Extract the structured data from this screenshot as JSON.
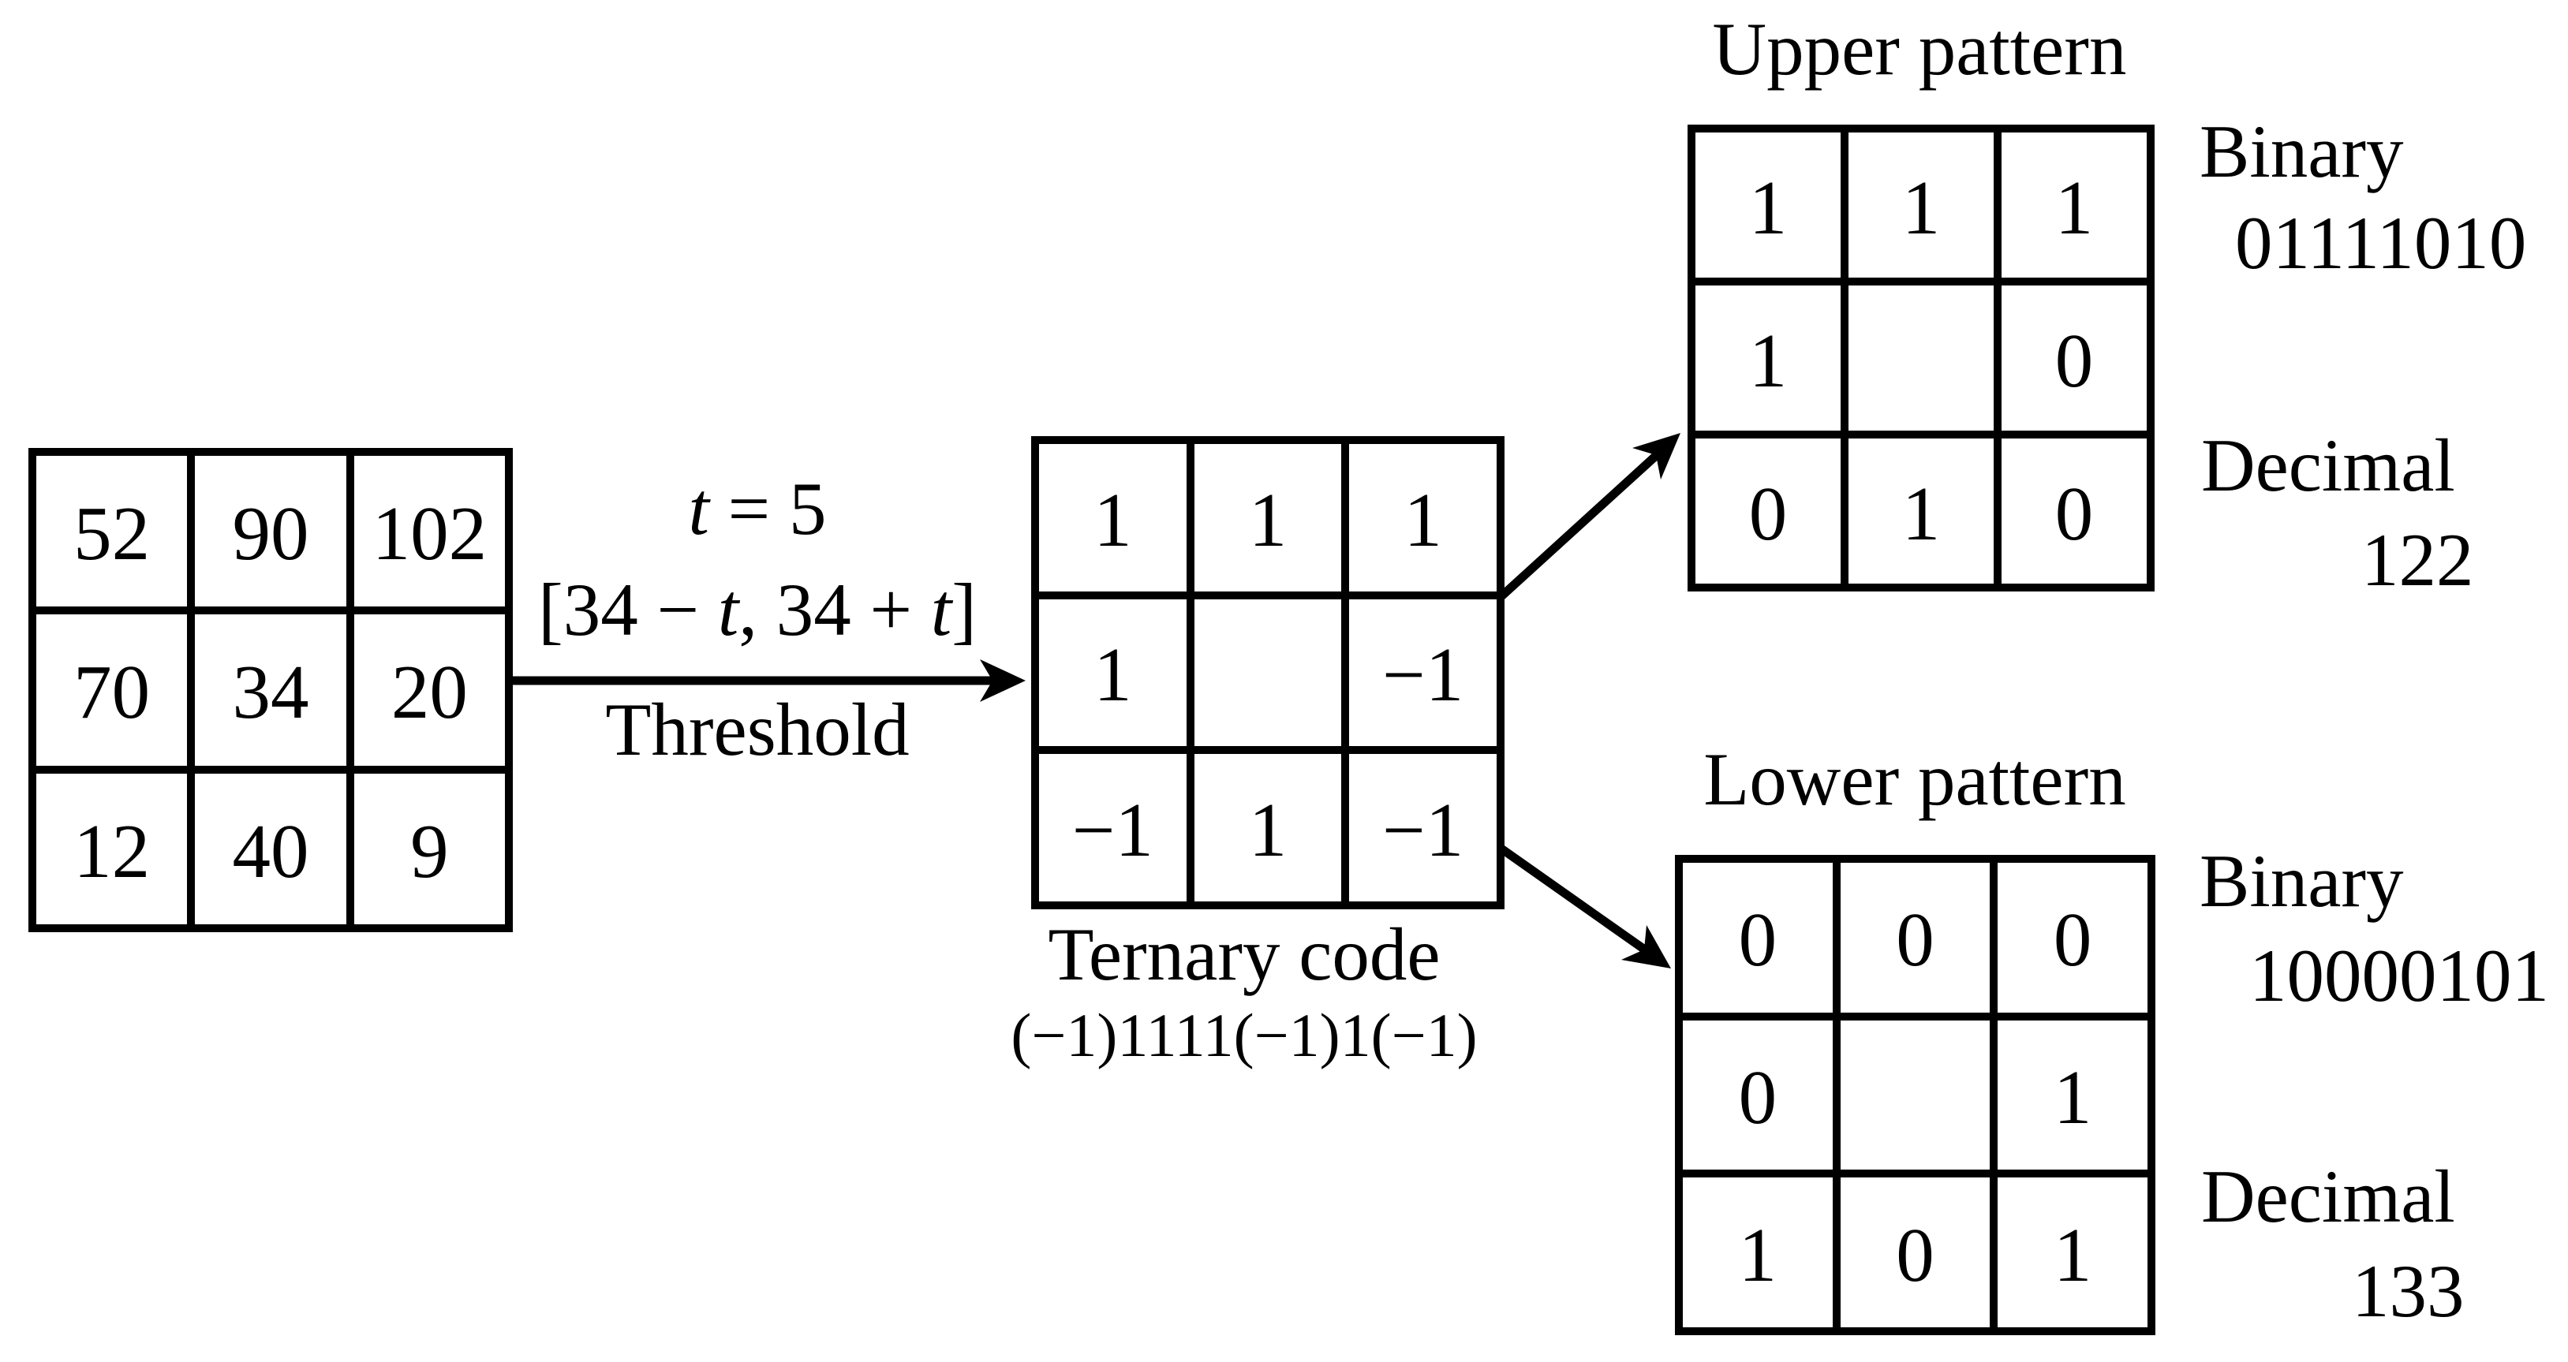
{
  "colors": {
    "foreground": "#000000",
    "background": "#ffffff"
  },
  "grids": {
    "input": {
      "cells": [
        [
          "52",
          "90",
          "102"
        ],
        [
          "70",
          "34",
          "20"
        ],
        [
          "12",
          "40",
          "9"
        ]
      ]
    },
    "ternary": {
      "cells": [
        [
          "1",
          "1",
          "1"
        ],
        [
          "1",
          "",
          "−1"
        ],
        [
          "−1",
          "1",
          "−1"
        ]
      ],
      "caption_line1": "Ternary code",
      "caption_line2": "(−1)1111(−1)1(−1)"
    },
    "upper": {
      "title": "Upper pattern",
      "cells": [
        [
          "1",
          "1",
          "1"
        ],
        [
          "1",
          "",
          "0"
        ],
        [
          "0",
          "1",
          "0"
        ]
      ],
      "binary_label": "Binary",
      "binary_value": "01111010",
      "decimal_label": "Decimal",
      "decimal_value": "122"
    },
    "lower": {
      "title": "Lower pattern",
      "cells": [
        [
          "0",
          "0",
          "0"
        ],
        [
          "0",
          "",
          "1"
        ],
        [
          "1",
          "0",
          "1"
        ]
      ],
      "binary_label": "Binary",
      "binary_value": "10000101",
      "decimal_label": "Decimal",
      "decimal_value": "133"
    }
  },
  "threshold_arrow": {
    "t_equation_runs": [
      {
        "t": "t",
        "i": true
      },
      {
        "t": " = 5"
      }
    ],
    "interval_runs": [
      {
        "t": "[34 − "
      },
      {
        "t": "t",
        "i": true
      },
      {
        "t": ", 34 + "
      },
      {
        "t": "t",
        "i": true
      },
      {
        "t": "]"
      }
    ],
    "label": "Threshold"
  }
}
